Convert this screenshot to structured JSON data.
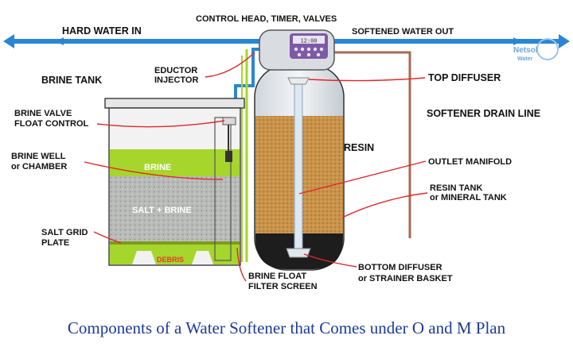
{
  "labels": {
    "hard_water_in": "HARD WATER IN",
    "control_head": "CONTROL HEAD, TIMER, VALVES",
    "softened_water_out": "SOFTENED WATER OUT",
    "brine_tank": "BRINE TANK",
    "eductor_line1": "EDUCTOR",
    "eductor_line2": "INJECTOR",
    "top_diffuser": "TOP DIFFUSER",
    "brine_valve_line1": "BRINE VALVE",
    "brine_valve_line2": "FLOAT CONTROL",
    "softener_drain_line": "SOFTENER DRAIN LINE",
    "resin": "RESIN",
    "brine_well_line1": "BRINE WELL",
    "brine_well_line2": "or CHAMBER",
    "outlet_manifold": "OUTLET MANIFOLD",
    "brine": "BRINE",
    "resin_tank_line1": "RESIN TANK",
    "resin_tank_line2": "or MINERAL TANK",
    "salt_brine": "SALT + BRINE",
    "salt_grid_line1": "SALT GRID",
    "salt_grid_line2": "PLATE",
    "debris": "DEBRIS",
    "bottom_diffuser_line1": "BOTTOM DIFFUSER",
    "bottom_diffuser_line2": "or STRAINER BASKET",
    "brine_float_line1": "BRINE FLOAT",
    "brine_float_line2": "FILTER SCREEN"
  },
  "control_display": "12:00",
  "logo": {
    "name": "Netsol",
    "sub": "Water"
  },
  "caption": "Components of a Water Softener that Comes under O and M Plan",
  "colors": {
    "pipe": "#2a86d4",
    "pointer": "#e0262b",
    "brine": "#a6d62c",
    "salt": "#b5b8b6",
    "resin": "#c8924a",
    "drain": "#a86a54",
    "caption": "#1c3b9a"
  }
}
